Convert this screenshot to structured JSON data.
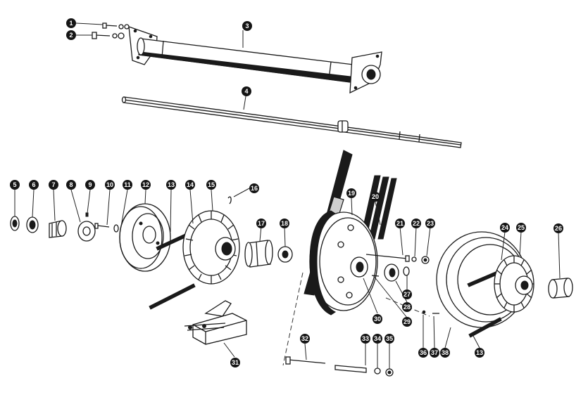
{
  "diagram": {
    "callouts": [
      "1",
      "2",
      "3",
      "4",
      "5",
      "6",
      "7",
      "8",
      "9",
      "10",
      "11",
      "12",
      "13",
      "14",
      "15",
      "16",
      "17",
      "18",
      "19",
      "20",
      "21",
      "22",
      "23",
      "24",
      "25",
      "26",
      "27",
      "28",
      "29",
      "30",
      "31",
      "32",
      "33",
      "34",
      "35",
      "36",
      "37",
      "38",
      "13"
    ]
  },
  "colors": {
    "ink": "#1a1a1a",
    "paper": "#ffffff",
    "callout_fill": "#151515",
    "callout_text": "#ffffff"
  }
}
